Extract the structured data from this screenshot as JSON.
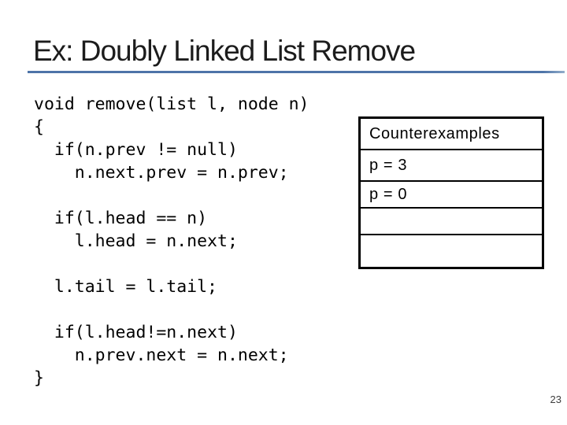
{
  "slide": {
    "title": "Ex: Doubly Linked List Remove",
    "page_number": "23"
  },
  "code": {
    "lines": [
      "void remove(list l, node n)",
      "{",
      "  if(n.prev != null)",
      "    n.next.prev = n.prev;",
      "",
      "  if(l.head == n)",
      "    l.head = n.next;",
      "",
      "  l.tail = l.tail;",
      "",
      "  if(l.head!=n.next)",
      "    n.prev.next = n.next;",
      "}"
    ]
  },
  "counterexamples_table": {
    "header": "Counterexamples",
    "rows": [
      "p = 3",
      "p = 0",
      "",
      ""
    ]
  },
  "colors": {
    "accent_rule": "#4e74a8",
    "table_border": "#000000",
    "title_text": "#1c1c1c"
  }
}
